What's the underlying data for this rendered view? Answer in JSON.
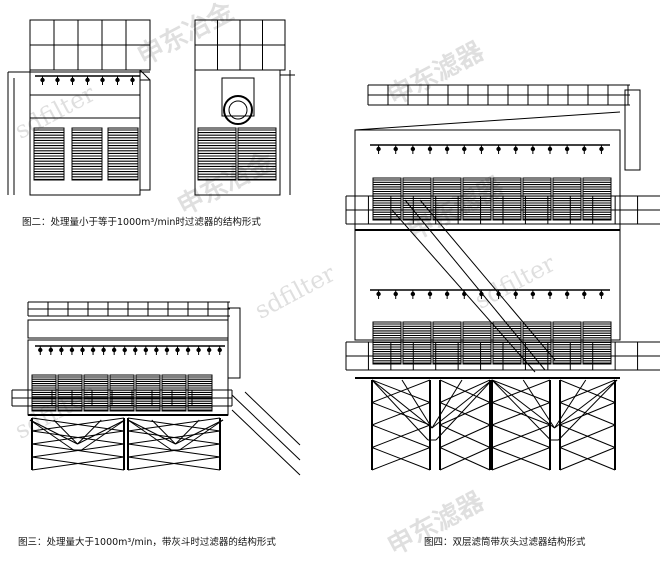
{
  "captions": {
    "fig2": "图二：处理量小于等于1000m³/min时过滤器的结构形式",
    "fig3": "图三：处理量大于1000m³/min，带灰斗时过滤器的结构形式",
    "fig4": "图四：双层滤筒带灰头过滤器结构形式"
  },
  "watermarks": [
    "申东冶金",
    "申东滤器",
    "sdfilter"
  ]
}
